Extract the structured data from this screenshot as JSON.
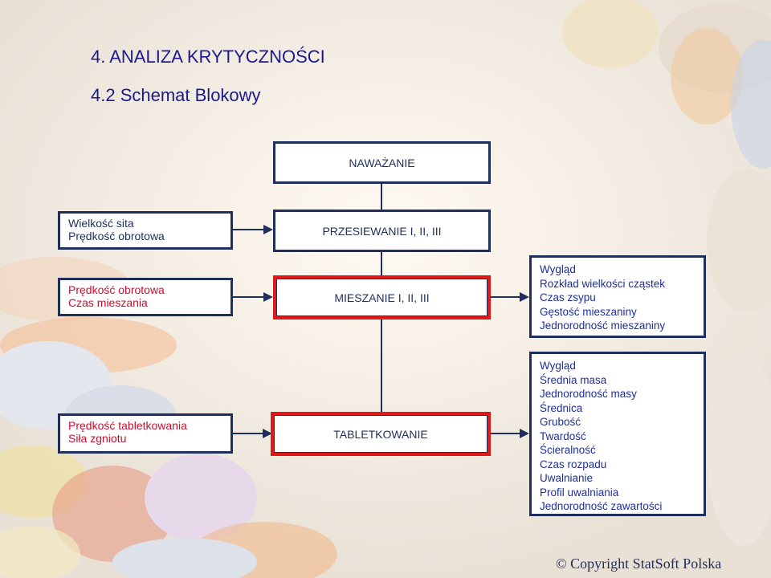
{
  "slide": {
    "title": "4. ANALIZA KRYTYCZNOŚCI",
    "subtitle": "4.2 Schemat Blokowy",
    "copyright": "© Copyright StatSoft Polska"
  },
  "process": {
    "weighing": "NAWAŻANIE",
    "sieving": "PRZESIEWANIE I, II, III",
    "mixing": "MIESZANIE I, II, III",
    "tableting": "TABLETKOWANIE"
  },
  "inputs": {
    "sieving": [
      "Wielkość sita",
      "Prędkość obrotowa"
    ],
    "mixing": [
      "Prędkość obrotowa",
      "Czas mieszania"
    ],
    "tableting": [
      "Prędkość tabletkowania",
      "Siła zgniotu"
    ]
  },
  "outputs": {
    "mixing": [
      "Wygląd",
      "Rozkład wielkości cząstek",
      "Czas zsypu",
      "Gęstość mieszaniny",
      "Jednorodność mieszaniny"
    ],
    "tableting": [
      "Wygląd",
      "Średnia masa",
      "Jednorodność masy",
      "Średnica",
      "Grubość",
      "Twardość",
      "Ścieralność",
      "Czas rozpadu",
      "Uwalnianie",
      "Profil uwalniania",
      "Jednorodność zawartości"
    ]
  },
  "colors": {
    "navy": "#1f2f5c",
    "red_border": "#e01818",
    "input_red_text": "#c8102e",
    "output_blue_text": "#1e2f9c",
    "title_blue": "#1a1a8c"
  }
}
